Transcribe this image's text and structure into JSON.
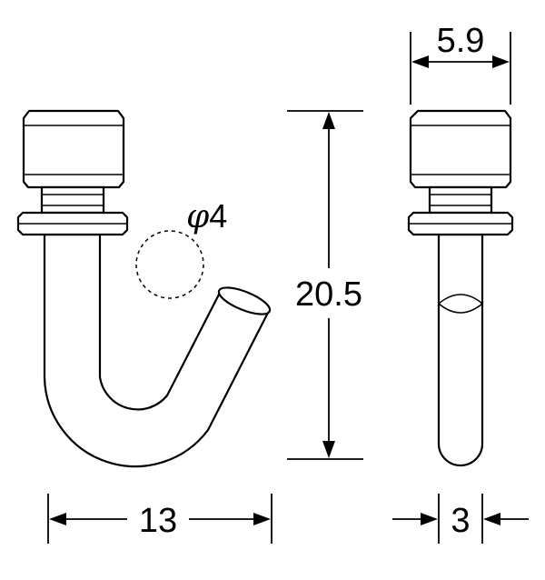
{
  "dimensions": {
    "top_width": "5.9",
    "height": "20.5",
    "hook_width": "13",
    "shaft_width": "3",
    "hook_diameter_symbol": "φ",
    "hook_diameter_value": "4"
  }
}
